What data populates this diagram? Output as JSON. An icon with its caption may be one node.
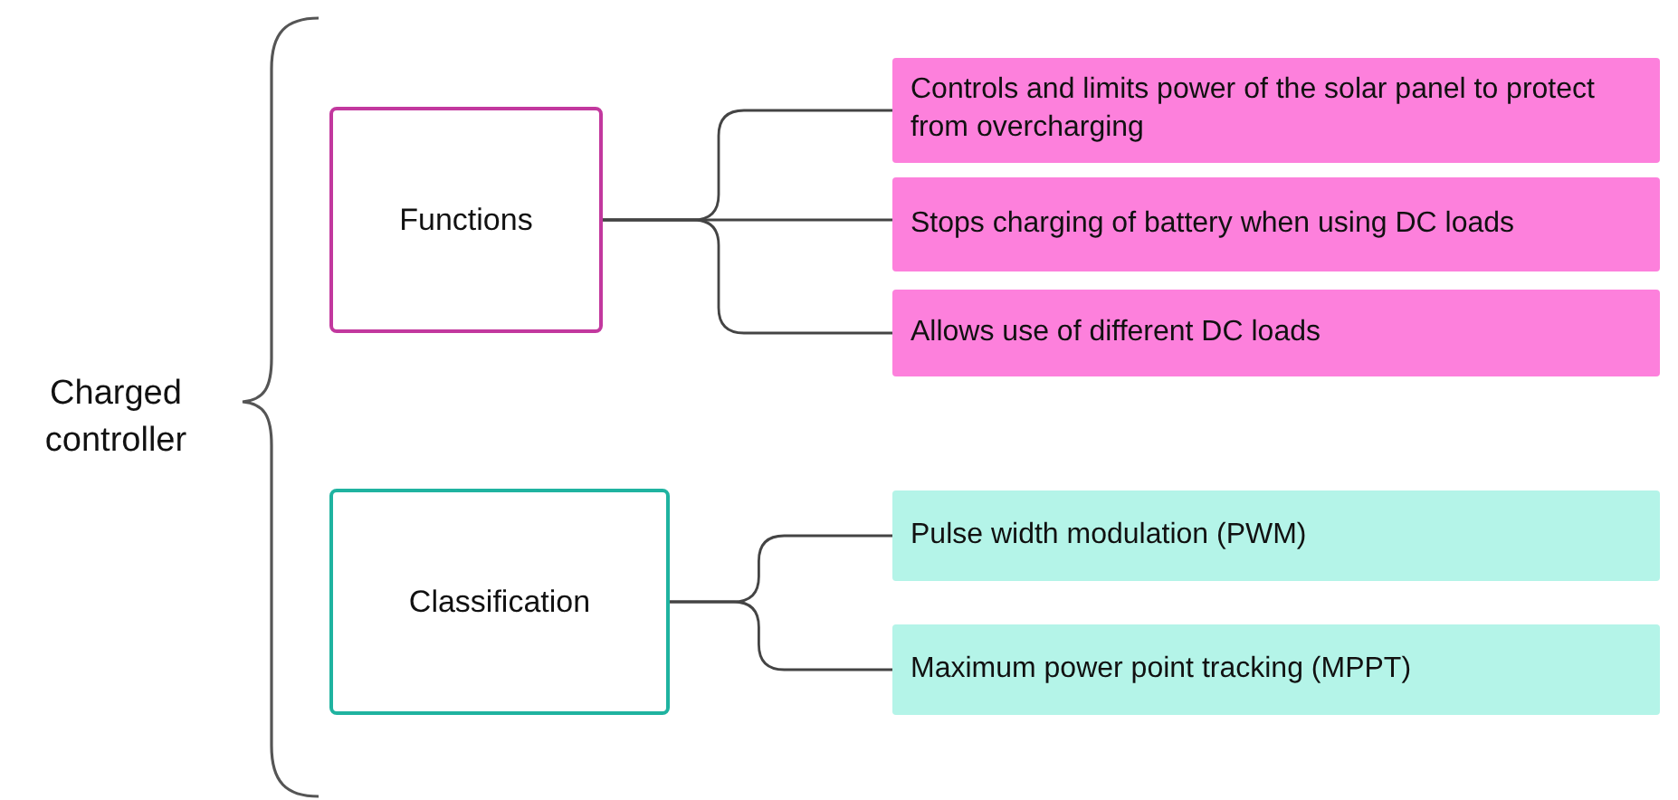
{
  "diagram": {
    "nodes": [
      {
        "text": [
          "Charged controller"
        ]
      },
      {
        "text": [
          "Functions"
        ]
      },
      {
        "text": [
          "Controls and limits power of the solar panel to protect from overcharging"
        ]
      },
      {
        "text": [
          "Stops charging of battery when using DC loads"
        ]
      },
      {
        "text": [
          "Allows use of different DC loads"
        ]
      },
      {
        "text": [
          "Classification"
        ]
      },
      {
        "text": [
          "Pulse width modulation (PWM)"
        ]
      },
      {
        "text": [
          "Maximum power point tracking (MPPT)"
        ]
      }
    ],
    "edges": [
      {
        "from": 1,
        "to": 2,
        "arrow": "none"
      },
      {
        "from": 1,
        "to": 3,
        "arrow": "none"
      },
      {
        "from": 1,
        "to": 4,
        "arrow": "none"
      },
      {
        "from": 5,
        "to": 6,
        "arrow": "none"
      },
      {
        "from": 5,
        "to": 7,
        "arrow": "none"
      }
    ]
  }
}
